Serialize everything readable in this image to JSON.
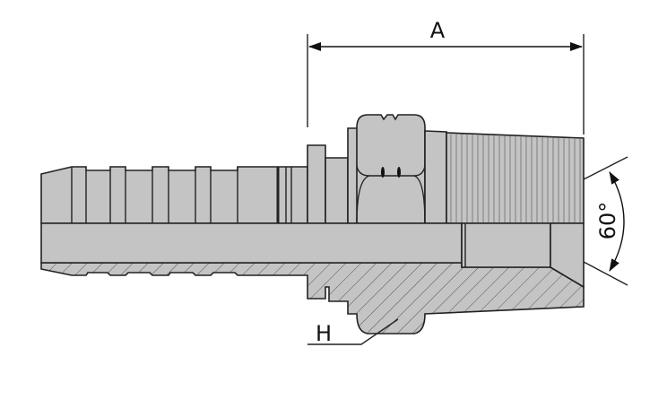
{
  "drawing": {
    "dimension_length_label": "A",
    "hex_label": "H",
    "cone_angle_label": "60°",
    "colors": {
      "metal": "#c4c4c4",
      "line": "#222222",
      "hatch": "#555555"
    }
  }
}
